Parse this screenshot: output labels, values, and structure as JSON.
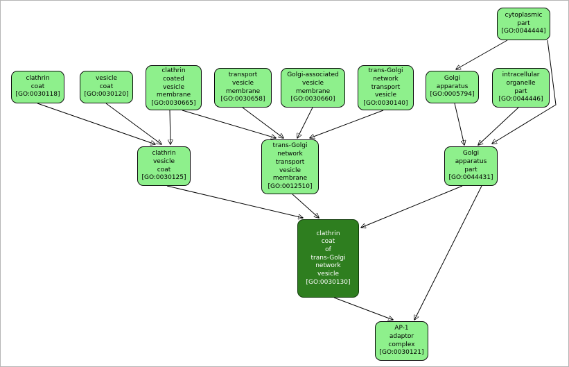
{
  "colors": {
    "node_fill": "#8ef08c",
    "node_border": "#0a0a0a",
    "highlight_fill": "#2e7e1f",
    "highlight_border": "#123c0c",
    "highlight_text": "#ffffff",
    "edge_color": "#000000"
  },
  "nodes": [
    {
      "go_id": "GO:0044444",
      "term": "cytoplasmic part",
      "label": "cytoplasmic\npart\n[GO:0044444]"
    },
    {
      "go_id": "GO:0030118",
      "term": "clathrin coat",
      "label": "clathrin\ncoat\n[GO:0030118]"
    },
    {
      "go_id": "GO:0030120",
      "term": "vesicle coat",
      "label": "vesicle\ncoat\n[GO:0030120]"
    },
    {
      "go_id": "GO:0030665",
      "term": "clathrin coated vesicle membrane",
      "label": "clathrin\ncoated\nvesicle\nmembrane\n[GO:0030665]"
    },
    {
      "go_id": "GO:0030658",
      "term": "transport vesicle membrane",
      "label": "transport\nvesicle\nmembrane\n[GO:0030658]"
    },
    {
      "go_id": "GO:0030660",
      "term": "Golgi-associated vesicle membrane",
      "label": "Golgi-associated\nvesicle\nmembrane\n[GO:0030660]"
    },
    {
      "go_id": "GO:0030140",
      "term": "trans-Golgi network transport vesicle",
      "label": "trans-Golgi\nnetwork\ntransport\nvesicle\n[GO:0030140]"
    },
    {
      "go_id": "GO:0005794",
      "term": "Golgi apparatus",
      "label": "Golgi\napparatus\n[GO:0005794]"
    },
    {
      "go_id": "GO:0044446",
      "term": "intracellular organelle part",
      "label": "intracellular\norganelle\npart\n[GO:0044446]"
    },
    {
      "go_id": "GO:0030125",
      "term": "clathrin vesicle coat",
      "label": "clathrin\nvesicle\ncoat\n[GO:0030125]"
    },
    {
      "go_id": "GO:0012510",
      "term": "trans-Golgi network transport vesicle membrane",
      "label": "trans-Golgi\nnetwork\ntransport\nvesicle\nmembrane\n[GO:0012510]"
    },
    {
      "go_id": "GO:0044431",
      "term": "Golgi apparatus part",
      "label": "Golgi\napparatus\npart\n[GO:0044431]"
    },
    {
      "go_id": "GO:0030130",
      "term": "clathrin coat of trans-Golgi network vesicle",
      "label": "clathrin\ncoat\nof\ntrans-Golgi\nnetwork\nvesicle\n[GO:0030130]",
      "highlighted": true
    },
    {
      "go_id": "GO:0030121",
      "term": "AP-1 adaptor complex",
      "label": "AP-1\nadaptor\ncomplex\n[GO:0030121]"
    }
  ],
  "edges": [
    {
      "from": "GO:0030118",
      "to": "GO:0030125"
    },
    {
      "from": "GO:0030120",
      "to": "GO:0030125"
    },
    {
      "from": "GO:0030665",
      "to": "GO:0030125"
    },
    {
      "from": "GO:0030665",
      "to": "GO:0012510"
    },
    {
      "from": "GO:0030658",
      "to": "GO:0012510"
    },
    {
      "from": "GO:0030660",
      "to": "GO:0012510"
    },
    {
      "from": "GO:0030140",
      "to": "GO:0012510"
    },
    {
      "from": "GO:0044444",
      "to": "GO:0005794"
    },
    {
      "from": "GO:0044444",
      "to": "GO:0044431"
    },
    {
      "from": "GO:0005794",
      "to": "GO:0044431"
    },
    {
      "from": "GO:0044446",
      "to": "GO:0044431"
    },
    {
      "from": "GO:0030125",
      "to": "GO:0030130"
    },
    {
      "from": "GO:0012510",
      "to": "GO:0030130"
    },
    {
      "from": "GO:0044431",
      "to": "GO:0030130"
    },
    {
      "from": "GO:0030130",
      "to": "GO:0030121"
    },
    {
      "from": "GO:0044431",
      "to": "GO:0030121"
    }
  ]
}
